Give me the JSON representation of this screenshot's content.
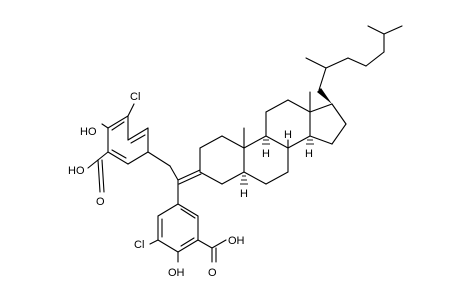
{
  "structure": {
    "labels": {
      "ho_top": "HO",
      "cl_top": "Cl",
      "cooh_top": "HO",
      "o_top": "O",
      "cl_bottom": "Cl",
      "oh_bottom": "OH",
      "cooh_bottom": "OH",
      "o_bottom": "O",
      "h_stereo": "H"
    },
    "colors": {
      "bond": "#000000",
      "background": "#ffffff"
    }
  }
}
